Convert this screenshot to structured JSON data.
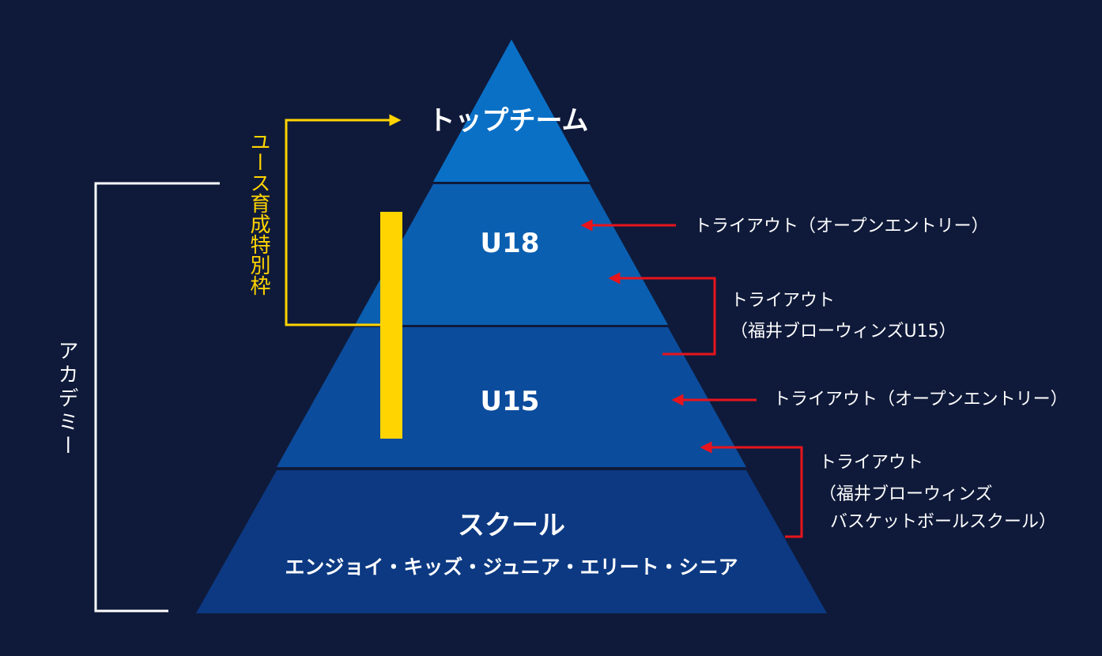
{
  "colors": {
    "background": "#0f1a3a",
    "tier_top": "#0a70c6",
    "tier_u18": "#0b5fb1",
    "tier_u15": "#0c4c9c",
    "tier_school": "#0c3982",
    "separator": "#0f1a3a",
    "yellow": "#ffd400",
    "red": "#e8141c",
    "white": "#ffffff"
  },
  "pyramid": {
    "top_team": "トップチーム",
    "u18": "U18",
    "u15": "U15",
    "school_title": "スクール",
    "school_courses": "エンジョイ・キッズ・ジュニア・エリート・シニア"
  },
  "labels": {
    "academy": "アカデミー",
    "youth_special": "ユース育成特別枠"
  },
  "annotations": {
    "tryout_open_u18": "トライアウト（オープンエントリー）",
    "tryout_u15_line1": "トライアウト",
    "tryout_u15_line2": "（福井ブローウィンズU15）",
    "tryout_open_u15": "トライアウト（オープンエントリー）",
    "tryout_school_line1": "トライアウト",
    "tryout_school_line2": "（福井ブローウィンズ",
    "tryout_school_line3": "バスケットボールスクール）"
  }
}
